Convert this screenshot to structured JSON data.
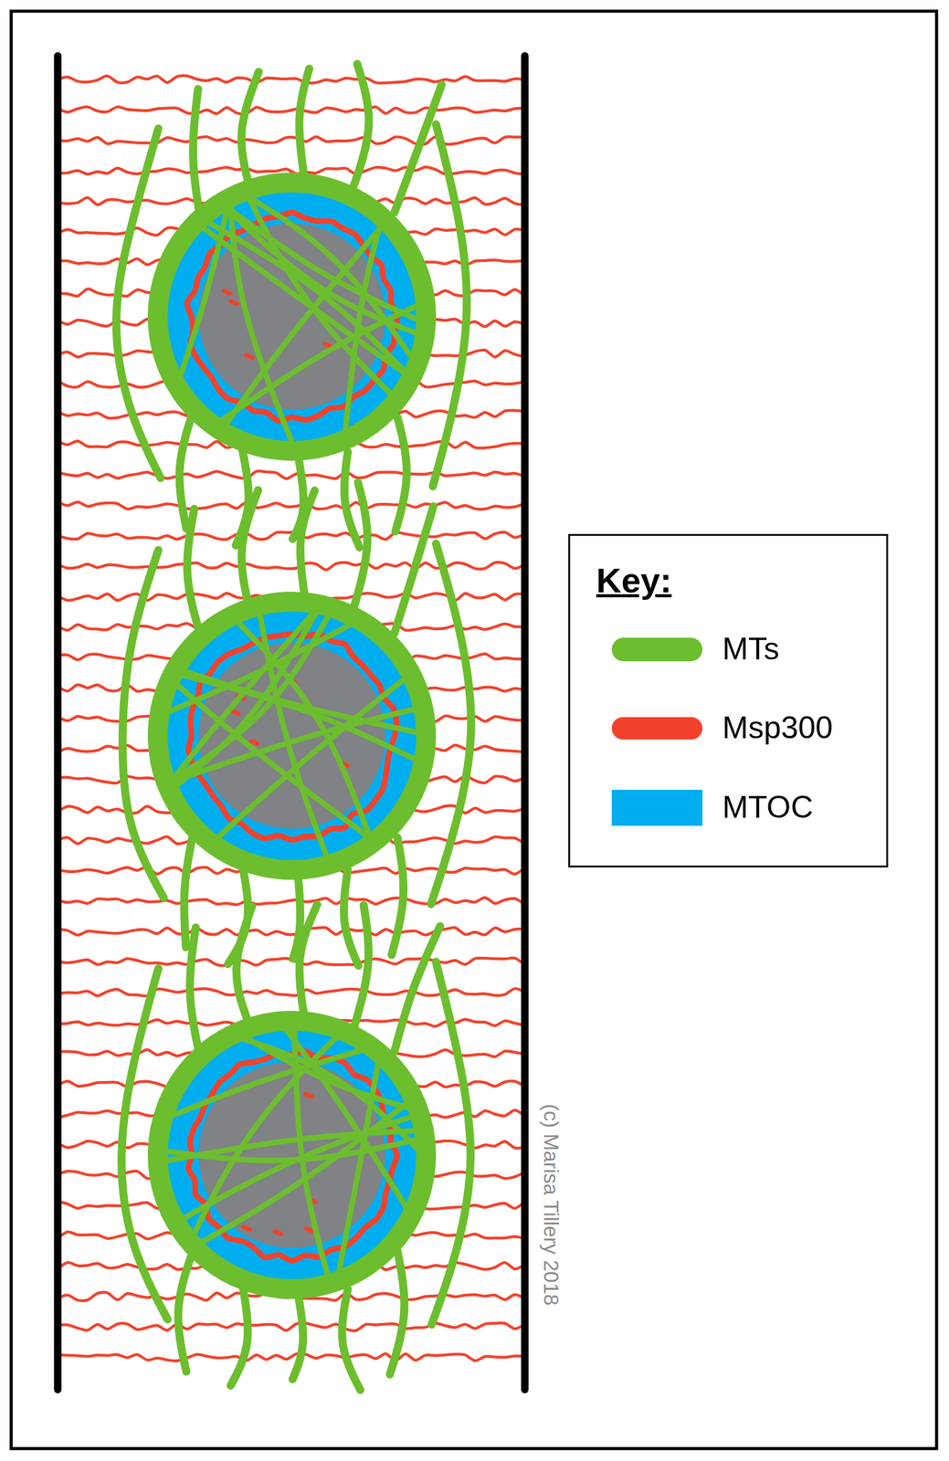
{
  "diagram": {
    "labels": [
      "Key:",
      "(c) Marisa Tillery 2018"
    ],
    "legend": [
      {
        "text": "MTs",
        "color": "#6cbe2e"
      },
      {
        "text": "Msp300",
        "color": "#f2422b"
      },
      {
        "text": "MTOC",
        "color": "#00aeef"
      }
    ]
  }
}
